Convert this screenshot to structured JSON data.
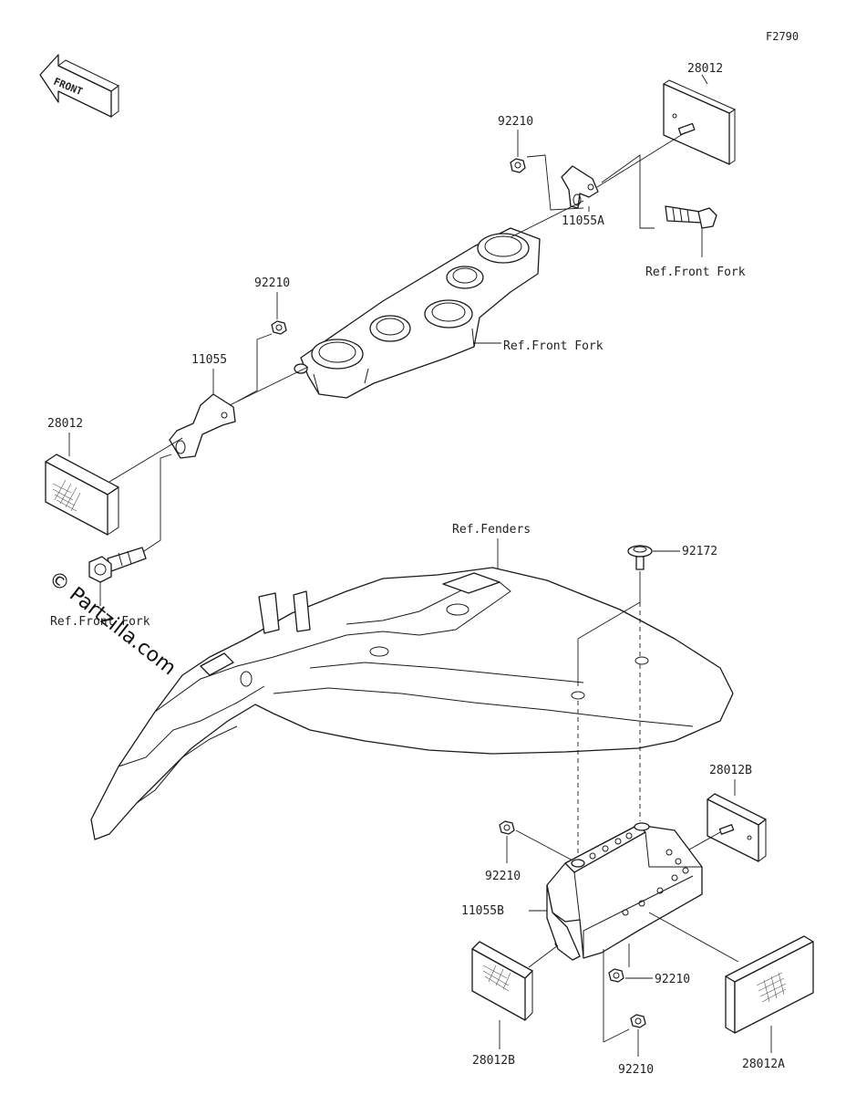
{
  "diagram": {
    "code": "F2790",
    "front_label": "FRONT",
    "watermark": "© Partzilla.com",
    "labels": {
      "reflector_front_right": "28012",
      "nut_front_right": "92210",
      "bracket_front_right": "11055A",
      "ref_front_fork_bolt_right": "Ref.Front Fork",
      "nut_front_left": "92210",
      "bracket_front_left": "11055",
      "ref_front_fork_clamp": "Ref.Front Fork",
      "reflector_front_left": "28012",
      "ref_front_fork_bolt_left": "Ref.Front Fork",
      "ref_fenders": "Ref.Fenders",
      "screw_rear": "92172",
      "reflector_rear_right_side": "28012B",
      "nut_rear_upper": "92210",
      "bracket_rear": "11055B",
      "nut_rear_middle": "92210",
      "reflector_rear_left_side": "28012B",
      "reflector_rear_main": "28012A",
      "nut_rear_lower": "92210"
    }
  }
}
